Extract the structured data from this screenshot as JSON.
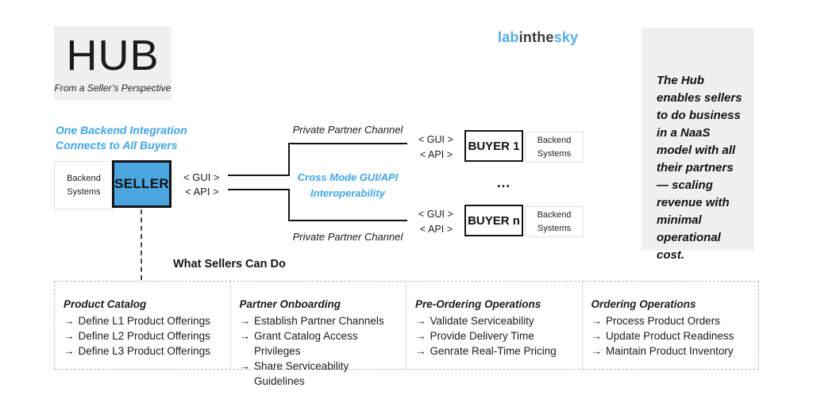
{
  "colors": {
    "accent_text_blue": "#3FA5E8",
    "seller_fill": "#4BA5DF",
    "logo_blue": "#56ADE9",
    "logo_dark": "#3A3A3C",
    "panel_gray": "#F0F0F0",
    "dash_border_gray": "#B9B9B9",
    "line_black": "#141414"
  },
  "header": {
    "hub_title": "HUB",
    "hub_subtitle": "From a Seller’s Perspective",
    "logo": {
      "part1": "lab",
      "part2": "inthe",
      "part3": "sky"
    }
  },
  "side_note": {
    "text": "The Hub enables sellers to do business in a NaaS model with all their partners — scaling revenue with minimal operational cost."
  },
  "diagram": {
    "backend_caption": "One Backend Integration Connects to All Buyers",
    "seller_label": "SELLER",
    "backend_systems_label": "Backend Systems",
    "gui_label": "< GUI >",
    "api_label": "< API >",
    "private_partner_channel": "Private Partner Channel",
    "cross_mode": "Cross Mode GUI/API Interoperability",
    "buyer1_label": "BUYER 1",
    "buyer_n_label": "BUYER n",
    "ellipsis": "…",
    "what_sellers_can_do": "What Sellers Can Do"
  },
  "bottom_panel": {
    "arrow": "→",
    "columns": [
      {
        "title": "Product Catalog",
        "items": [
          "Define L1 Product Offerings",
          "Define L2 Product Offerings",
          "Define L3 Product Offerings"
        ]
      },
      {
        "title": "Partner Onboarding",
        "items": [
          "Establish Partner Channels",
          "Grant Catalog Access Privileges",
          "Share Serviceability Guidelines"
        ]
      },
      {
        "title": "Pre-Ordering Operations",
        "items": [
          "Validate Serviceability",
          "Provide Delivery Time",
          "Genrate Real-Time Pricing"
        ]
      },
      {
        "title": "Ordering Operations",
        "items": [
          "Process Product Orders",
          "Update Product Readiness",
          "Maintain Product Inventory"
        ]
      }
    ]
  }
}
